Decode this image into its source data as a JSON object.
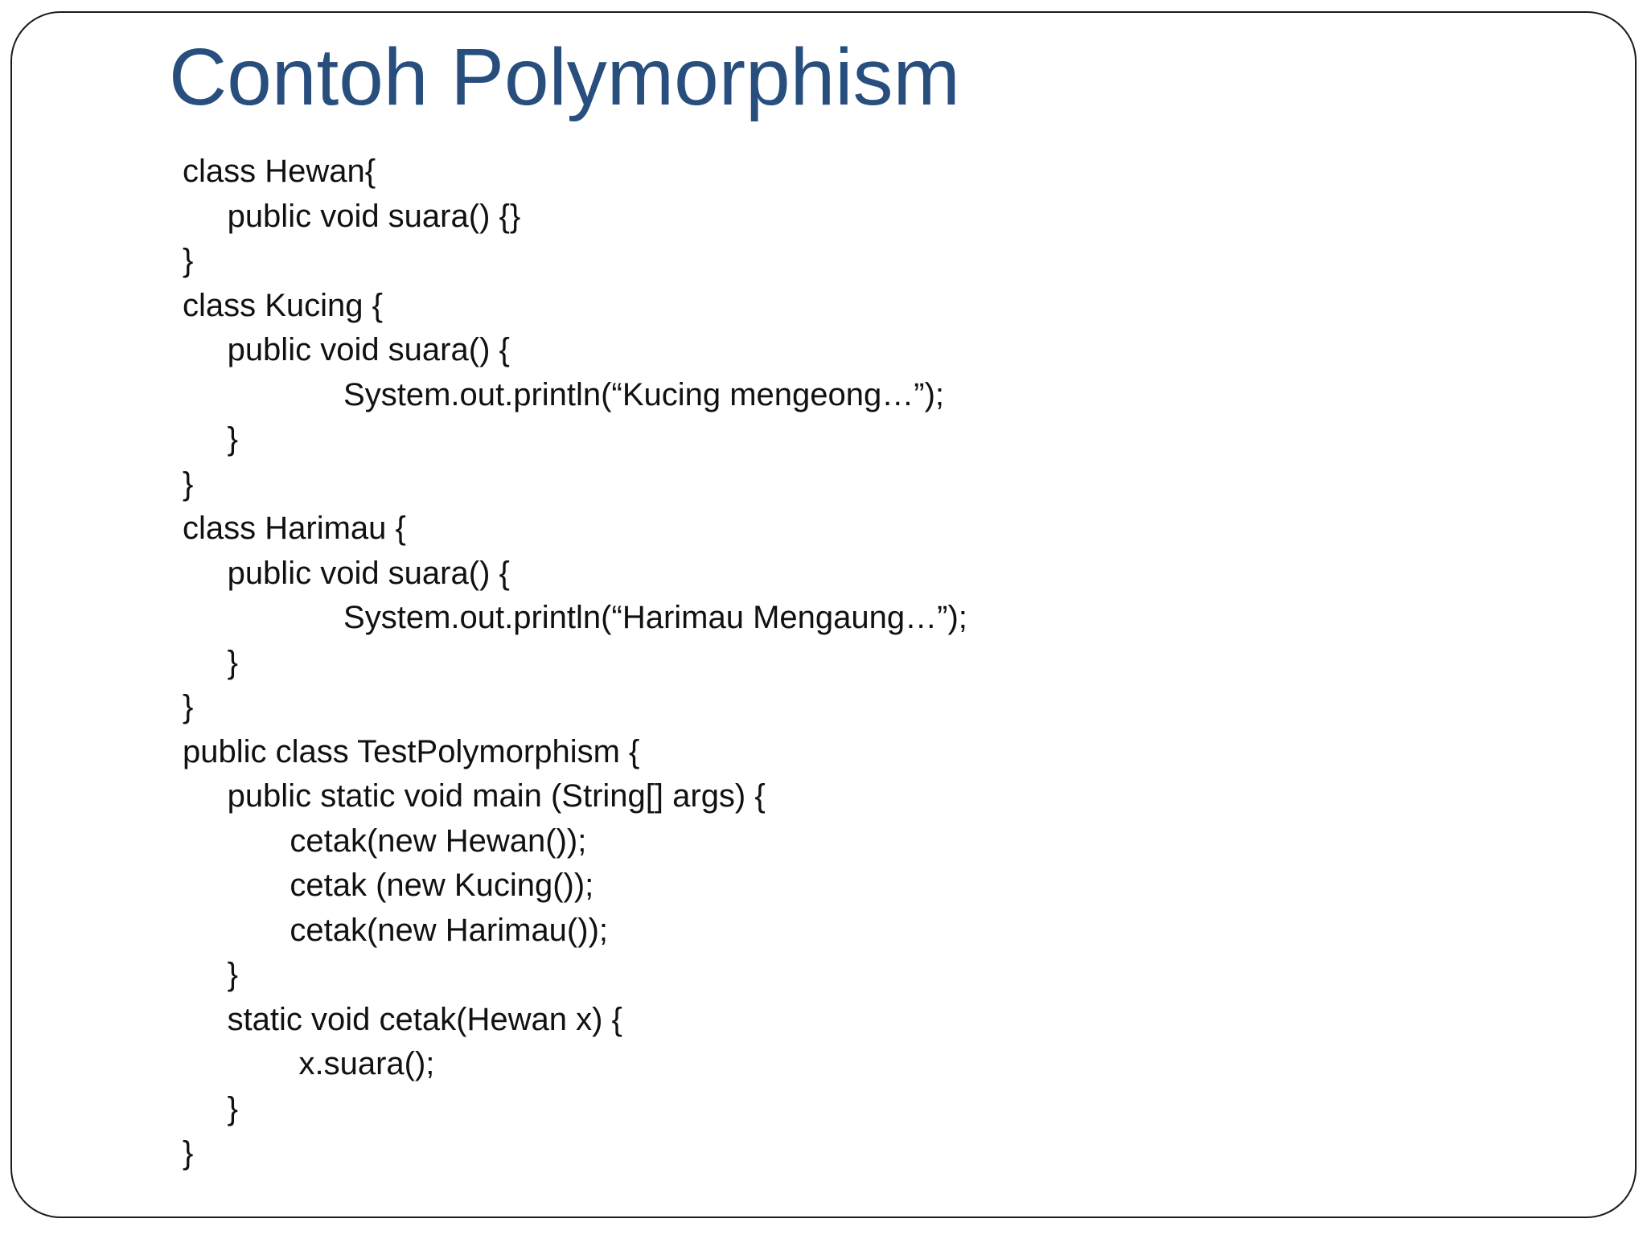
{
  "slide": {
    "title": "Contoh Polymorphism",
    "title_color": "#284e7e",
    "code_color": "#111111",
    "border_color": "#1b1b1b",
    "background": "#ffffff"
  },
  "code": {
    "language": "java",
    "lines": [
      "class Hewan{",
      "     public void suara() {}",
      "}",
      "class Kucing {",
      "     public void suara() {",
      "                  System.out.println(“Kucing mengeong…”);",
      "     }",
      "}",
      "class Harimau {",
      "     public void suara() {",
      "                  System.out.println(“Harimau Mengaung…”);",
      "     }",
      "}",
      "public class TestPolymorphism {",
      "     public static void main (String[] args) {",
      "            cetak(new Hewan());",
      "            cetak (new Kucing());",
      "            cetak(new Harimau());",
      "     }",
      "     static void cetak(Hewan x) {",
      "             x.suara();",
      "     }",
      "}"
    ]
  }
}
